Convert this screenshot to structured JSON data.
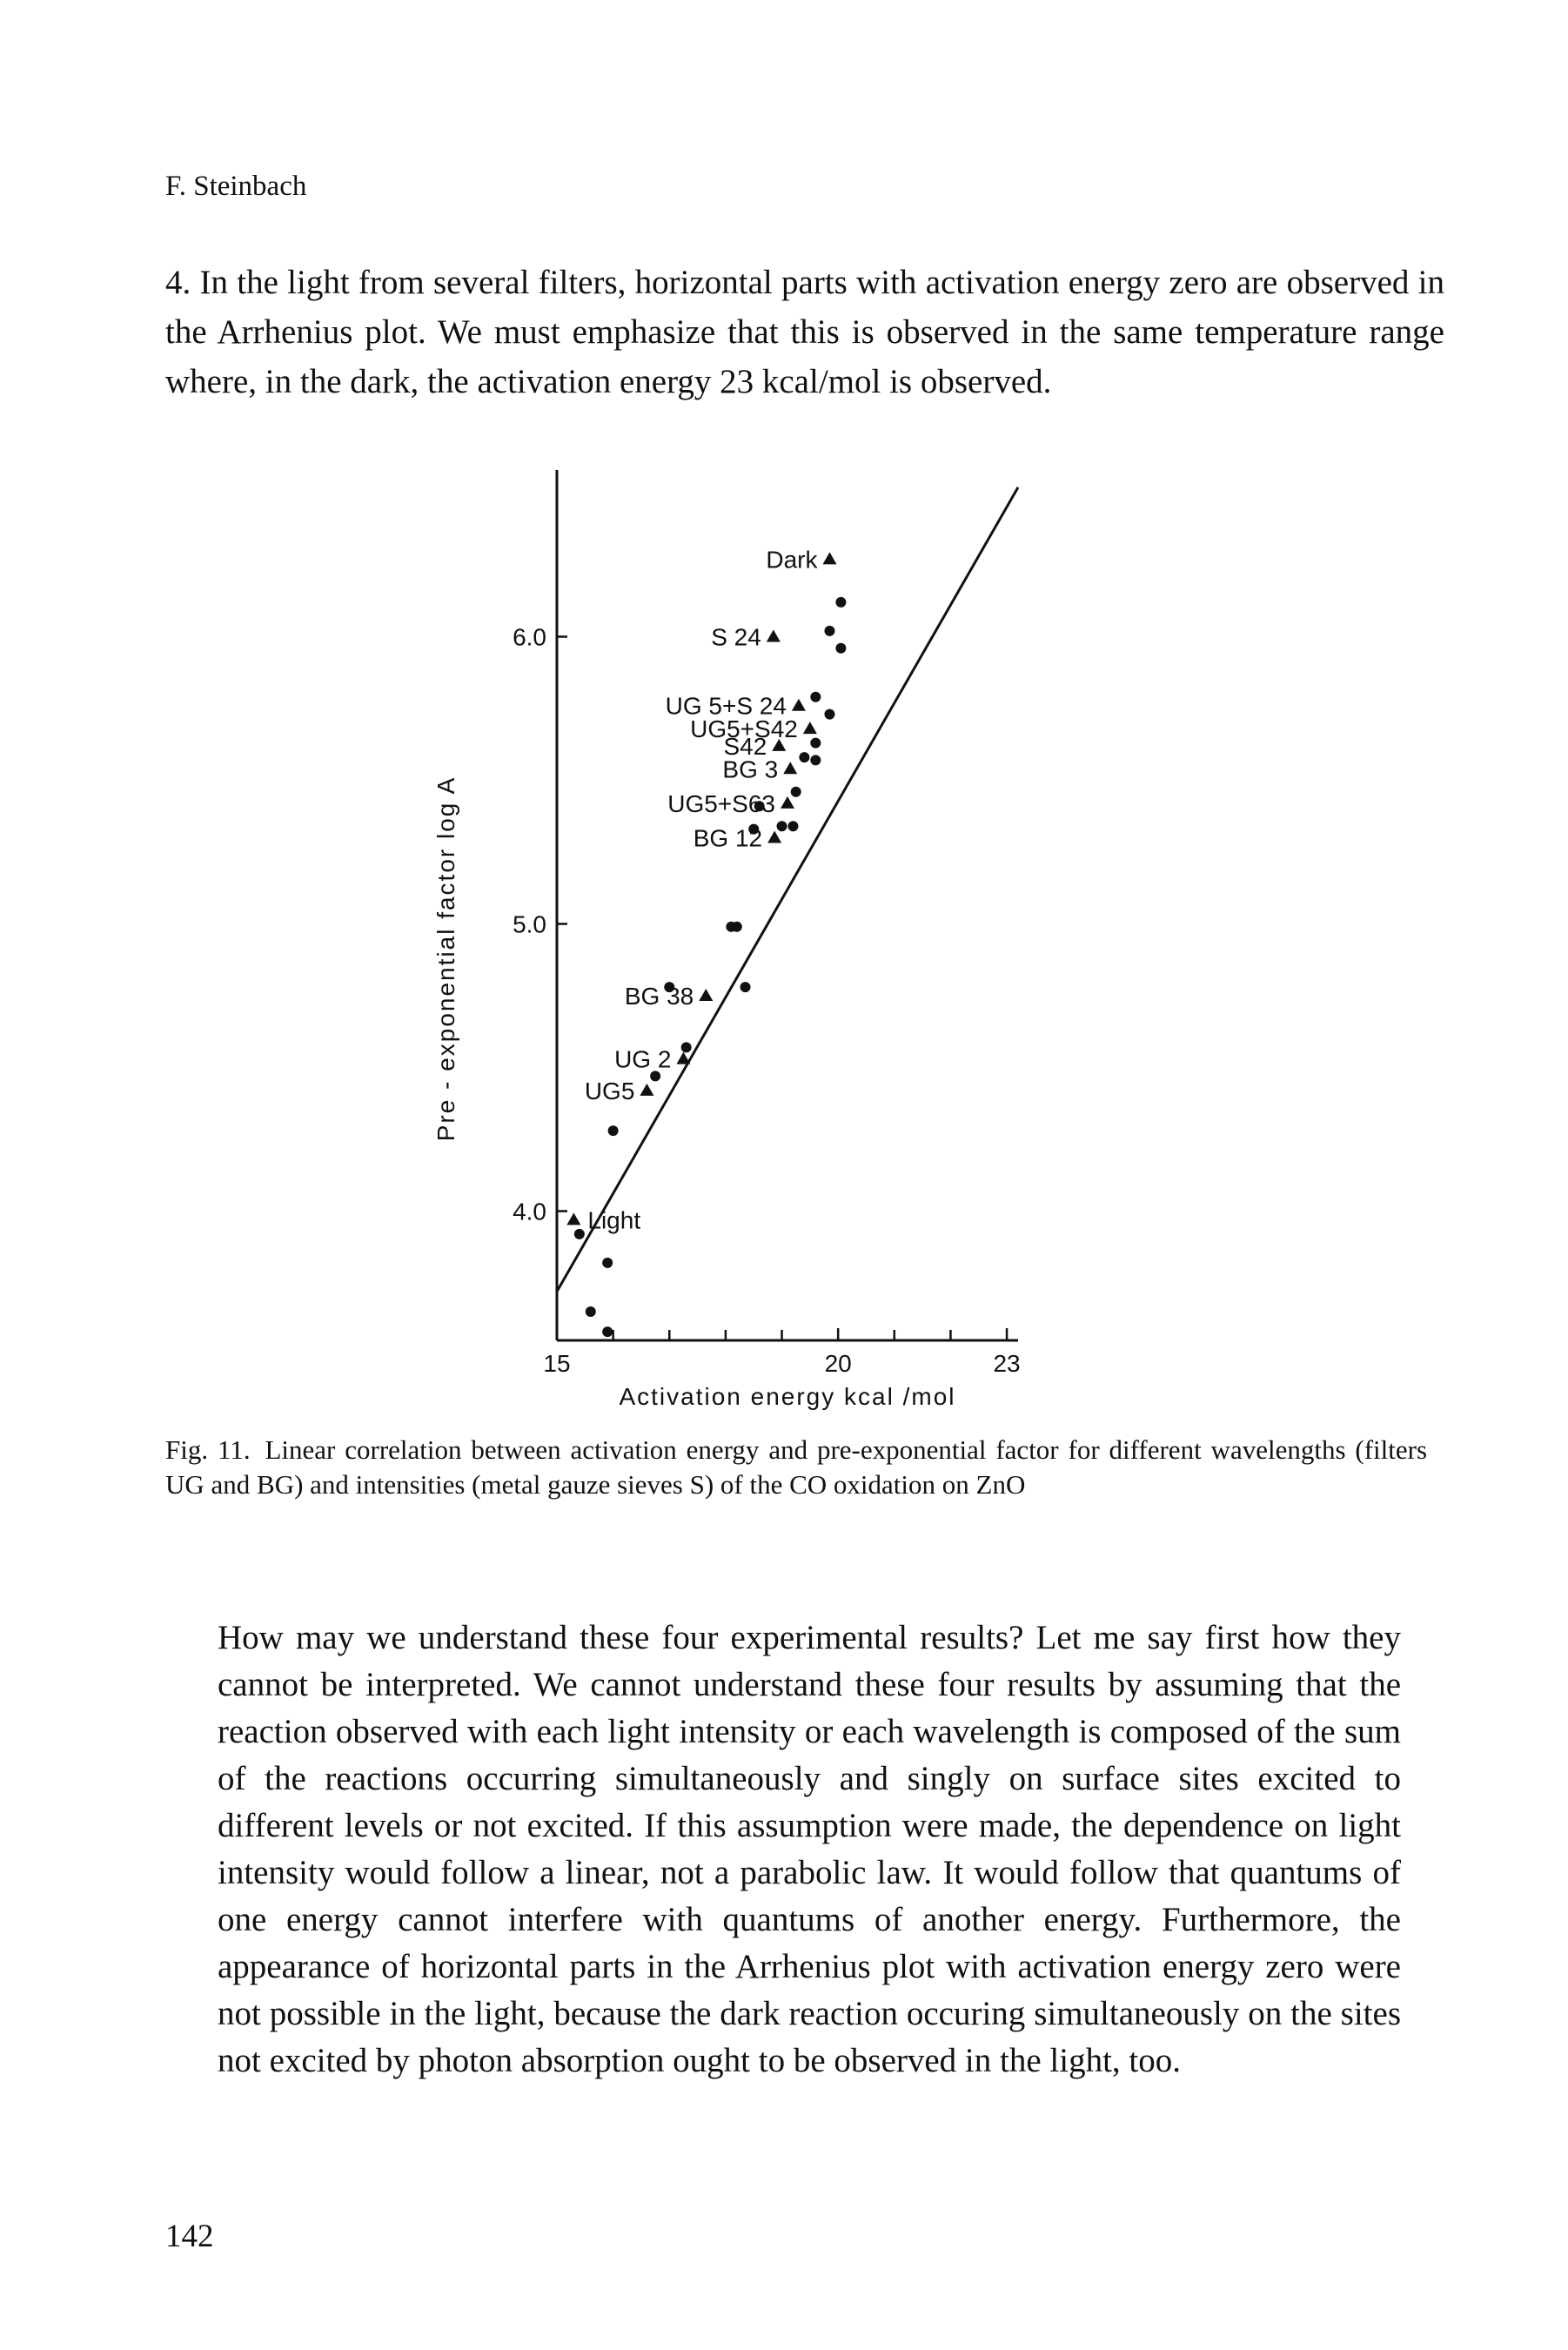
{
  "header": {
    "author": "F. Steinbach"
  },
  "paragraph_4": "4. In the light from several filters, horizontal parts with activation energy zero are observed in the Arrhenius plot. We must emphasize that this is observed in the same temperature range where, in the dark, the activation energy 23 kcal/mol is observed.",
  "figure": {
    "caption_label": "Fig. 11.",
    "caption_text": "Linear correlation between activation energy and pre-exponential factor for different wavelengths (filters UG and BG) and intensities (metal gauze sieves S) of the CO oxidation on ZnO"
  },
  "chart_data": {
    "type": "scatter",
    "title": "",
    "xlabel": "Activation  energy  kcal /mol",
    "ylabel": "Pre - exponential  factor  log A",
    "xlim": [
      15,
      23.2
    ],
    "ylim": [
      3.55,
      6.55
    ],
    "x_tick_labels": [
      {
        "x": 15,
        "label": "15"
      },
      {
        "x": 20,
        "label": "20"
      },
      {
        "x": 23,
        "label": "23"
      }
    ],
    "x_minor_ticks": [
      16,
      17,
      18,
      19,
      21,
      22
    ],
    "y_tick_labels": [
      {
        "y": 4.0,
        "label": "4.0"
      },
      {
        "y": 5.0,
        "label": "5.0"
      },
      {
        "y": 6.0,
        "label": "6.0"
      }
    ],
    "fit_line": {
      "x": [
        15,
        23.2
      ],
      "y": [
        3.72,
        6.52
      ]
    },
    "series": [
      {
        "name": "filters / sieves (triangles)",
        "marker": "triangle",
        "points": [
          {
            "x": 15.3,
            "y": 3.97,
            "label": "Light"
          },
          {
            "x": 18.85,
            "y": 6.0,
            "label": "S 24"
          },
          {
            "x": 19.3,
            "y": 5.76,
            "label": "UG 5+S 24"
          },
          {
            "x": 18.87,
            "y": 5.3,
            "label": "BG 12"
          },
          {
            "x": 19.1,
            "y": 5.42,
            "label": "UG5+S63"
          },
          {
            "x": 19.15,
            "y": 5.54,
            "label": "BG 3"
          },
          {
            "x": 18.95,
            "y": 5.62,
            "label": "S42"
          },
          {
            "x": 19.5,
            "y": 5.68,
            "label": "UG5+S42"
          },
          {
            "x": 19.85,
            "y": 6.27,
            "label": "Dark"
          },
          {
            "x": 17.65,
            "y": 4.75,
            "label": "BG 38"
          },
          {
            "x": 17.25,
            "y": 4.53,
            "label": "UG 2"
          },
          {
            "x": 16.6,
            "y": 4.42,
            "label": "UG5"
          }
        ],
        "label_offsets_note": ""
      },
      {
        "name": "dots",
        "marker": "dot",
        "points": [
          {
            "x": 15.4,
            "y": 3.92
          },
          {
            "x": 15.9,
            "y": 3.82
          },
          {
            "x": 15.6,
            "y": 3.65
          },
          {
            "x": 15.9,
            "y": 3.58
          },
          {
            "x": 16.0,
            "y": 4.28
          },
          {
            "x": 16.75,
            "y": 4.47
          },
          {
            "x": 17.3,
            "y": 4.57
          },
          {
            "x": 17.0,
            "y": 4.78
          },
          {
            "x": 18.1,
            "y": 4.99
          },
          {
            "x": 18.2,
            "y": 4.99
          },
          {
            "x": 18.35,
            "y": 4.78
          },
          {
            "x": 18.5,
            "y": 5.33
          },
          {
            "x": 18.6,
            "y": 5.41
          },
          {
            "x": 19.0,
            "y": 5.34
          },
          {
            "x": 19.2,
            "y": 5.34
          },
          {
            "x": 19.25,
            "y": 5.46
          },
          {
            "x": 19.4,
            "y": 5.58
          },
          {
            "x": 19.6,
            "y": 5.57
          },
          {
            "x": 19.6,
            "y": 5.63
          },
          {
            "x": 19.6,
            "y": 5.79
          },
          {
            "x": 19.85,
            "y": 5.73
          },
          {
            "x": 19.85,
            "y": 6.02
          },
          {
            "x": 20.05,
            "y": 5.96
          },
          {
            "x": 20.05,
            "y": 6.12
          }
        ]
      }
    ],
    "grid": false,
    "legend": "none"
  },
  "body_paragraph": "How may we understand these four experimental results? Let me say first how they cannot be interpreted. We cannot understand these four results by assuming that the reaction observed with each light intensity or each wavelength is composed of the sum of the reactions occurring simultaneously and singly on surface sites excited to different levels or not excited. If this assumption were made, the dependence on light intensity would follow a linear, not a parabolic law. It would follow that quantums of one energy cannot interfere with quantums of another energy. Furthermore, the appearance of horizontal parts in the Arrhenius plot with activation energy zero were not possible in the light, because the dark reaction occuring simultaneously on the sites not excited by photon absorption ought to be observed in the light, too.",
  "page_number": "142"
}
